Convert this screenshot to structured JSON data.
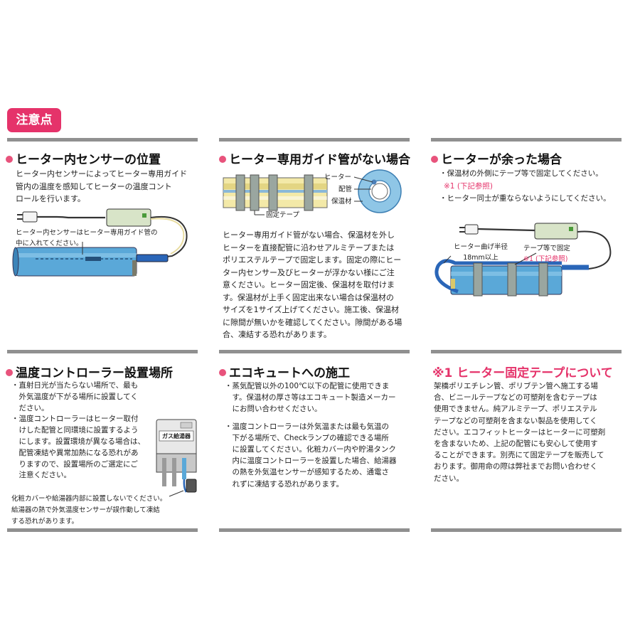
{
  "badge": "注意点",
  "s1": {
    "title": "ヒーター内センサーの位置",
    "lines": [
      "ヒーター内センサーによってヒーター専用ガイド",
      "管内の温度を感知してヒーターの温度コント",
      "ロールを行います。"
    ],
    "note_lines": [
      "ヒーター内センサーはヒーター専用ガイド管の",
      "中に入れてください。"
    ]
  },
  "s2": {
    "title": "ヒーター専用ガイド管がない場合",
    "label_heater": "ヒーター",
    "label_pipe": "配管",
    "label_insul": "保温材",
    "label_tape": "固定テープ",
    "lines": [
      "ヒーター専用ガイド管がない場合、保温材を外し",
      "ヒーターを直接配管に沿わせアルミテープまたは",
      "ポリエステルテープで固定します。固定の際にヒー",
      "ター内センサー及びヒーターが浮かない様にご注",
      "意ください。ヒーター固定後、保温材を取付けま",
      "す。保温材が上手く固定出来ない場合は保温材の",
      "サイズを1サイズ上げてください。施工後、保温材",
      "に隙間が無いかを確認してください。隙間がある場",
      "合、凍結する恐れがあります。"
    ]
  },
  "s3": {
    "title": "ヒーターが余った場合",
    "line1": "・保温材の外側にテープ等で固定してください。",
    "line1_note": "※1 (下記参照)",
    "line2": "・ヒーター同士が重ならないようにしてください。",
    "label_bend_1": "ヒーター曲げ半径",
    "label_bend_2": "18mm以上",
    "label_tape_1": "テープ等で固定",
    "label_tape_2": "※1 (下記参照)"
  },
  "s4": {
    "title": "温度コントローラー設置場所",
    "lines": [
      "・直射日光が当たらない場所で、最も",
      "　外気温度が下がる場所に設置してく",
      "　ださい。",
      "・温度コントローラーはヒーター取付",
      "　けした配管と同環境に設置するよう",
      "　にします。設置環境が異なる場合は、",
      "　配管凍結や異常加熱になる恐れがあ",
      "　りますので、設置場所のご選定にご",
      "　注意ください。"
    ],
    "note_lines": [
      "化粧カバーや給湯器内部に設置しないでください。",
      "給湯器の熱で外気温度センサーが誤作動して凍結",
      "する恐れがあります。"
    ],
    "label_gas": "ガス給湯器"
  },
  "s5": {
    "title": "エコキュートへの施工",
    "lines": [
      "・蒸気配管以外の100℃以下の配管に使用できま",
      "　す。保温材の厚さ等はエコキュート製造メーカー",
      "　にお問い合わせください。",
      "",
      "・温度コントローラーは外気温または最も気温の",
      "　下がる場所で、Checkランプの確認できる場所",
      "　に設置してください。化粧カバー内や貯湯タンク",
      "　内に温度コントローラーを設置した場合、給湯器",
      "　の熱を外気温センサーが感知するため、通電さ",
      "　れずに凍結する恐れがあります。"
    ]
  },
  "s6": {
    "title": "※1  ヒーター固定テープについて",
    "lines": [
      "架橋ポリエチレン管、ポリブテン管へ施工する場",
      "合、ビニールテープなどの可塑剤を含むテープは",
      "使用できません。純アルミテープ、ポリエステル",
      "テープなどの可塑剤を含まない製品を使用してく",
      "ださい。エコフィットヒーターはヒーターに可塑剤",
      "を含まないため、上記の配管にも安心して使用す",
      "ることができます。別売にて固定テープを販売して",
      "おります。御用命の際は弊社までお問い合わせく",
      "ださい。"
    ]
  },
  "colors": {
    "accent": "#e5336a",
    "pipe": "#5aa8d8",
    "heater": "#f3e9a8"
  }
}
